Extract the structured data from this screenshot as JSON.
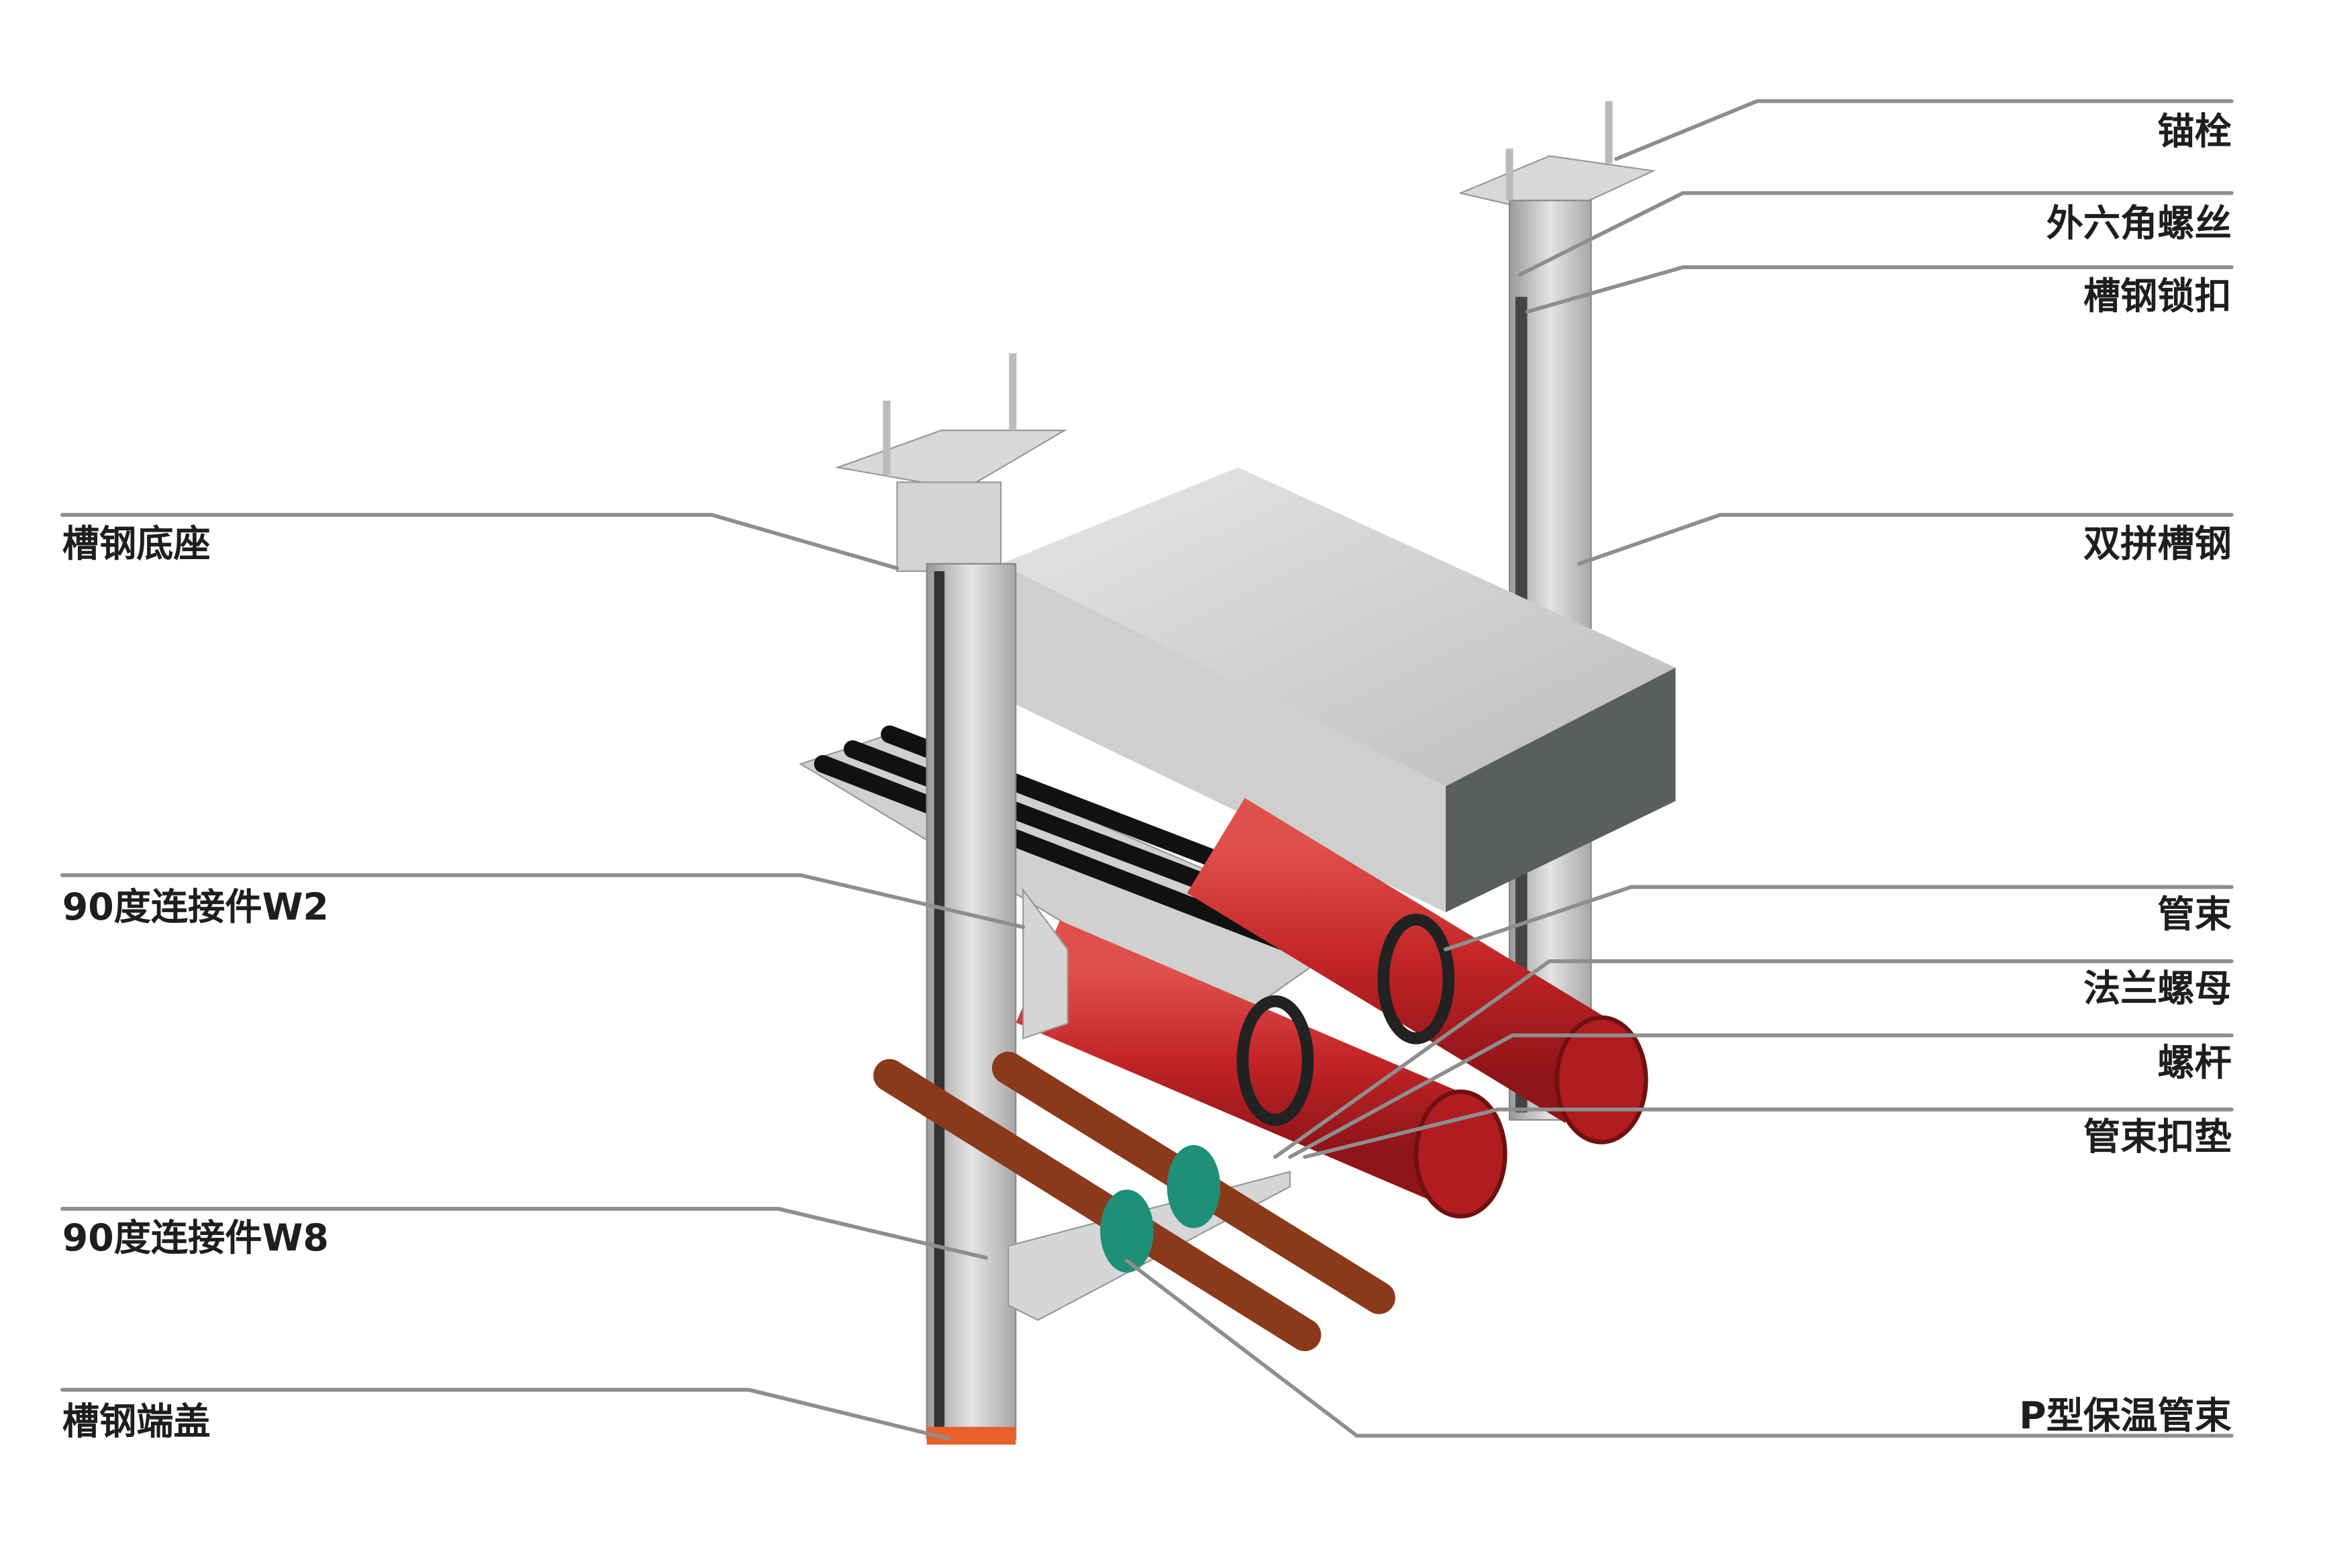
{
  "labels": {
    "left": {
      "channel_base": "槽钢底座",
      "connector_w2": "90度连接件W2",
      "connector_w8": "90度连接件W8",
      "channel_end_cap": "槽钢端盖"
    },
    "right": {
      "anchor_bolt": "锚栓",
      "hex_bolt": "外六角螺丝",
      "channel_lock": "槽钢锁扣",
      "double_channel": "双拼槽钢",
      "pipe_clamp": "管束",
      "flange_nut": "法兰螺母",
      "threaded_rod": "螺杆",
      "clamp_pad": "管束扣垫",
      "p_type_insulated_clamp": "P型保温管束"
    }
  },
  "colors": {
    "steel": "#c9c9c9",
    "red_pipe": "#c8282a",
    "copper_pipe": "#8a3a1a",
    "green_clamp": "#1f8f78",
    "leader_line": "#8e8e8e"
  }
}
